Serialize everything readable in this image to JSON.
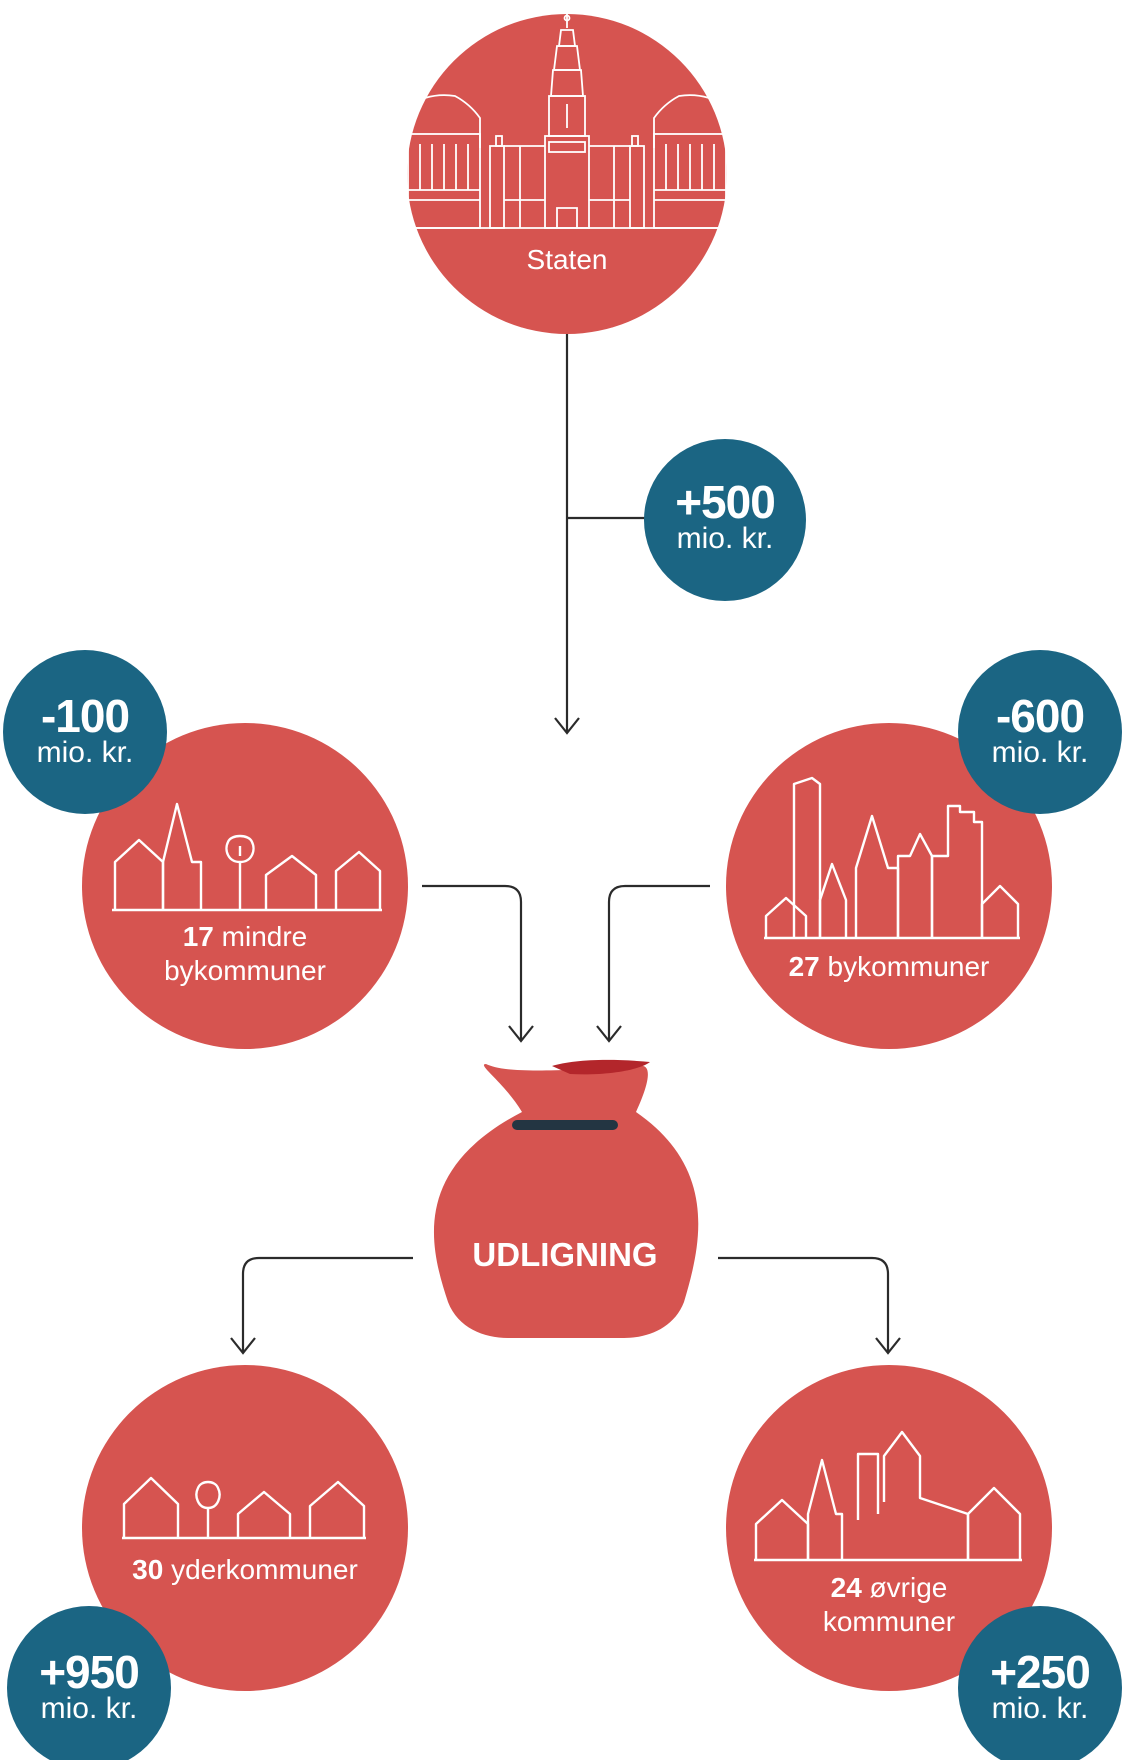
{
  "colors": {
    "node": "#d65450",
    "badge": "#1b6583",
    "line": "#2b2b2b",
    "icon": "#ffffff",
    "bag_band": "#233542",
    "bag_lip": "#b3262b"
  },
  "nodes": {
    "staten": {
      "label": "Staten",
      "icon": "parliament-building-icon"
    },
    "mindre": {
      "num": "17",
      "text1": " mindre",
      "text2": "bykommuner",
      "icon": "small-town-icon"
    },
    "by": {
      "num": "27",
      "text": " bykommuner",
      "icon": "city-skyline-icon"
    },
    "yder": {
      "num": "30",
      "text": " yderkommuner",
      "icon": "rural-houses-icon"
    },
    "ovrige": {
      "num": "24",
      "text1": " øvrige",
      "text2": "kommuner",
      "icon": "town-icon"
    }
  },
  "bag": {
    "label": "UDLIGNING",
    "icon": "money-bag-icon"
  },
  "badges": {
    "staten": {
      "amount": "+500",
      "unit": "mio. kr."
    },
    "mindre": {
      "amount": "-100",
      "unit": "mio. kr."
    },
    "by": {
      "amount": "-600",
      "unit": "mio. kr."
    },
    "yder": {
      "amount": "+950",
      "unit": "mio. kr."
    },
    "ovrige": {
      "amount": "+250",
      "unit": "mio. kr."
    }
  }
}
